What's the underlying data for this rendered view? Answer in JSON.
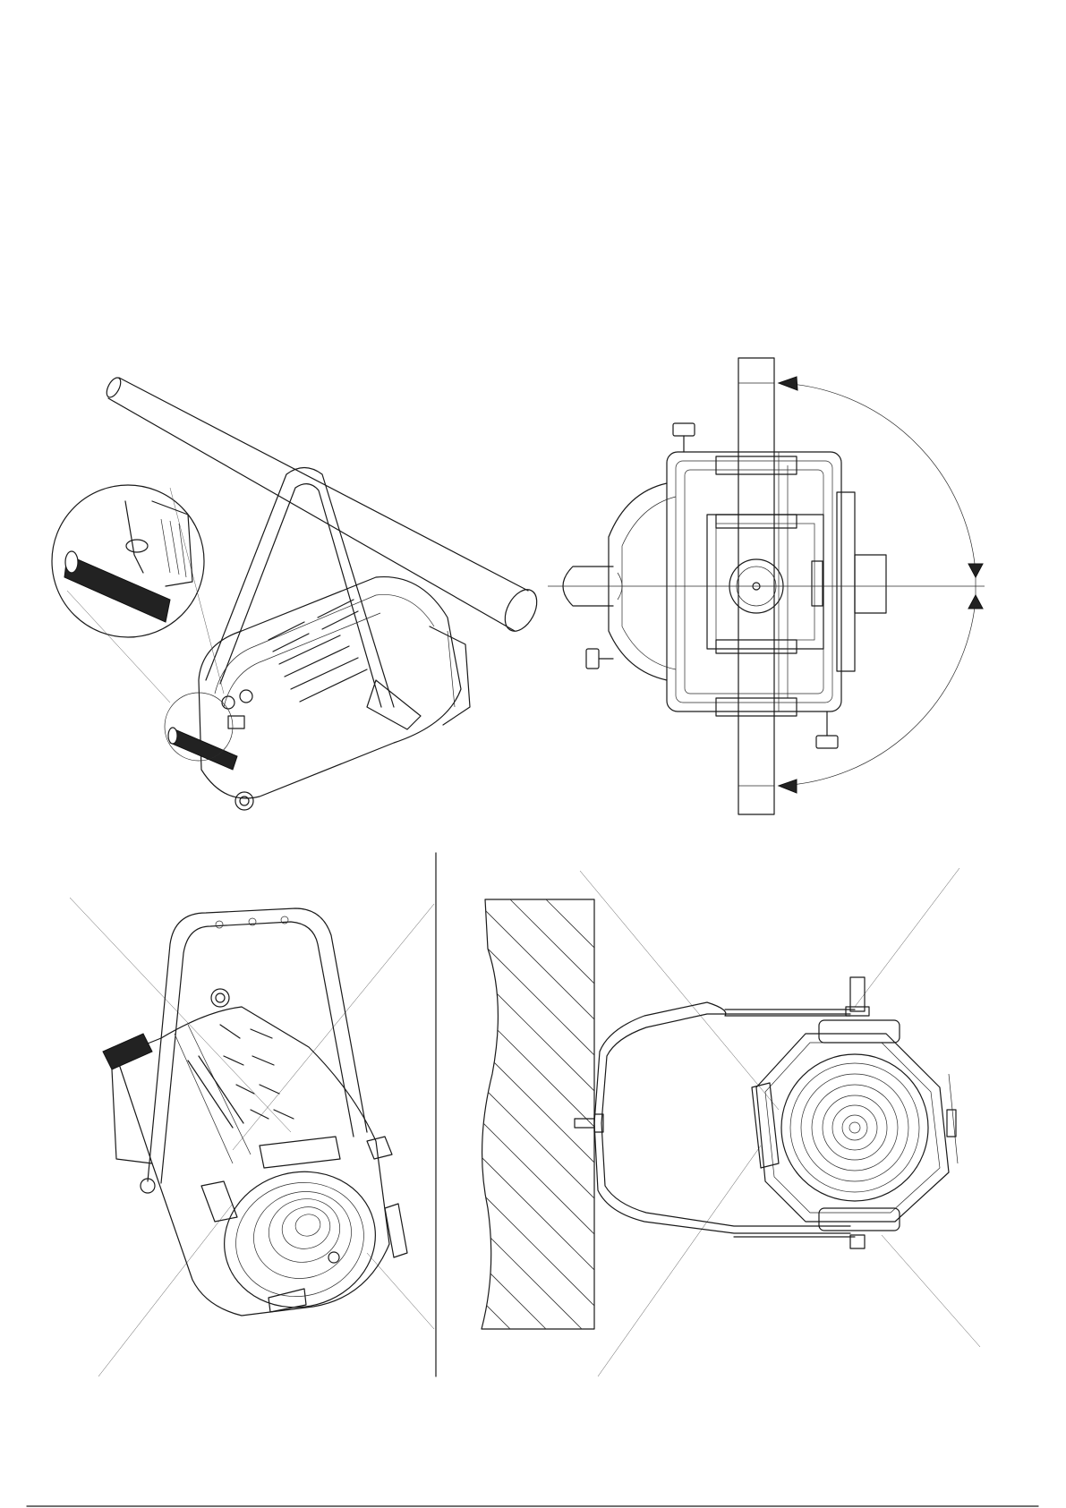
{
  "document": {
    "page_number": "",
    "views": [
      {
        "id": "perspective-clamp-mount",
        "caption": ""
      },
      {
        "id": "top-view-rotation",
        "caption": ""
      },
      {
        "id": "front-perspective",
        "caption": ""
      },
      {
        "id": "wall-mount-view",
        "caption": ""
      }
    ],
    "colors": {
      "line": "#1a1a1a",
      "background": "#ffffff",
      "hatch": "#333333"
    }
  }
}
